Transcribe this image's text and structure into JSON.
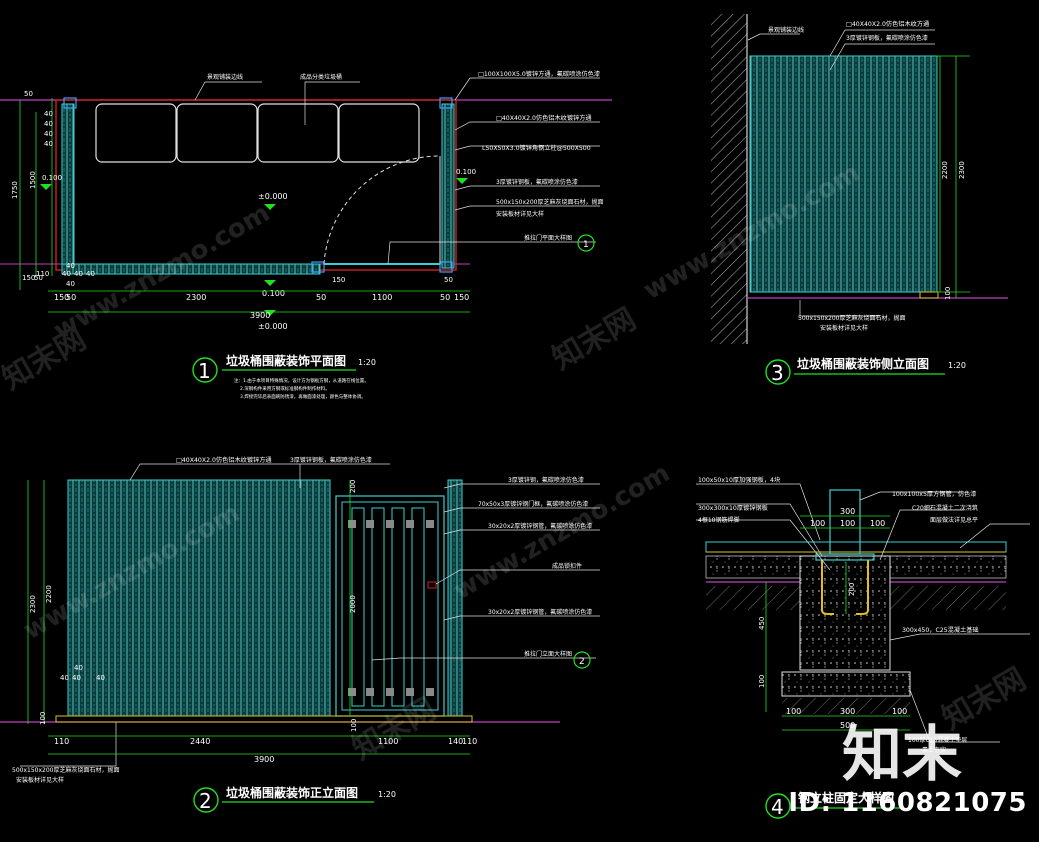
{
  "plan": {
    "title": "垃圾桶围蔽装饰平面图",
    "scale": "1:20",
    "number": "1",
    "notes": [
      "注：1.由于本项目特殊情况，设计方为钢板方钢，从道路在线位置。",
      "2.深钢构件采用方钢或标准钢构件制作材料。",
      "3.焊接完毕后表面刷防锈漆，再做面漆处理，颜色与整体协调。"
    ],
    "labels": {
      "l1": "景观铺装边线",
      "l2": "成品分类垃圾桶",
      "l3": "□100X100X5.0镀锌方通，氟碳喷涂仿色漆",
      "l4": "□40X40X2.0仿色铝木纹镀锌方通",
      "l5": "L50X50X3.0镀锌角钢立柱@500X500",
      "l6": "3厚镀锌钢板，氟碳喷涂仿色漆",
      "l7": "500x150x200厚芝麻灰烧面石材，抛面",
      "l8": "安装板材详见大样",
      "l9": "推拉门平面大样图"
    },
    "dims": {
      "d50": "50",
      "d40a": "40",
      "d40b": "40",
      "d40c": "40",
      "d40d": "40",
      "d1750": "1750",
      "d1500": "1500",
      "d150a": "150",
      "d50b": "50",
      "d110": "110",
      "d40e": "40",
      "d40f": "40",
      "d40g": "40",
      "d40h": "40",
      "d40i": "40",
      "b150": "150",
      "b50": "50",
      "b2300": "2300",
      "b50b": "50",
      "b1100": "1100",
      "b50c": "50",
      "b150b": "150",
      "b3900": "3900",
      "d150c": "150",
      "d50c": "50"
    },
    "elevations": [
      "0.100",
      "±0.000",
      "0.100",
      "±0.000",
      "0.100"
    ],
    "callout": "1"
  },
  "front": {
    "title": "垃圾桶围蔽装饰正立面图",
    "scale": "1:20",
    "number": "2",
    "labels": {
      "l1": "□40X40X2.0仿色铝木纹镀锌方通",
      "l2": "3厚镀锌钢板，氟碳喷涂仿色漆",
      "l3": "3厚镀锌钢，氟碳喷涂仿色漆",
      "l4": "70x50x3厚镀锌钢门框，氟碳喷涂仿色漆",
      "l5": "30x20x2厚镀锌钢管，氟碳喷涂仿色漆",
      "l6": "成品锁扣件",
      "l7": "30x20x2厚镀锌钢管，氟碳喷涂仿色漆",
      "l8": "推拉门立面大样图",
      "l9": "500x150x200厚芝麻灰烧面石材，抛面",
      "l10": "安装板材详见大样"
    },
    "dims": {
      "h2300": "2300",
      "h2200": "2200",
      "h100": "100",
      "h200": "200",
      "h2000": "2000",
      "h100b": "100",
      "w40a": "40",
      "w40b": "40",
      "w40c": "40",
      "w40d": "40",
      "b110": "110",
      "b2440": "2440",
      "b3900": "3900",
      "b1100": "1100",
      "b140": "140",
      "b110b": "110"
    },
    "callout": "2"
  },
  "side": {
    "title": "垃圾桶围蔽装饰侧立面图",
    "scale": "1:20",
    "number": "3",
    "labels": {
      "l1": "景观铺装边线",
      "l2": "□40X40X2.0仿色铝木纹方通",
      "l3": "3厚镀锌钢板，氟碳喷涂仿色漆",
      "l4": "500x150x200厚芝麻灰烧面石材，抛面",
      "l5": "安装板材详见大样"
    },
    "dims": {
      "h2200": "2200",
      "h2300": "2300",
      "h100": "100"
    }
  },
  "detail": {
    "title": "钢立柱固定大样图",
    "scale": "",
    "number": "4",
    "labels": {
      "l1": "100x50x10厚加强钢板，4块",
      "l2": "300x300x10厚镀锌钢板",
      "l3": "4根10钢筋焊脚",
      "l4": "100x100x5厚方钢管，仿色漆",
      "l5": "C20细石混凝土二次浇筑",
      "l6": "面层做法详见总平",
      "l7": "300x450，C25混凝土基础",
      "l8": "100厚C15混凝土垫层",
      "l9": "素土夯实"
    },
    "dims": {
      "t300": "300",
      "t100a": "100",
      "t100b": "100",
      "t100c": "100",
      "v200": "200",
      "v450": "450",
      "v100": "100",
      "b100a": "100",
      "b300": "300",
      "b100b": "100",
      "b500": "500"
    }
  },
  "watermark": {
    "site": "www.znzmo.com",
    "brand": "知末",
    "brand_net": "知末网",
    "id": "ID: 1160821075"
  }
}
